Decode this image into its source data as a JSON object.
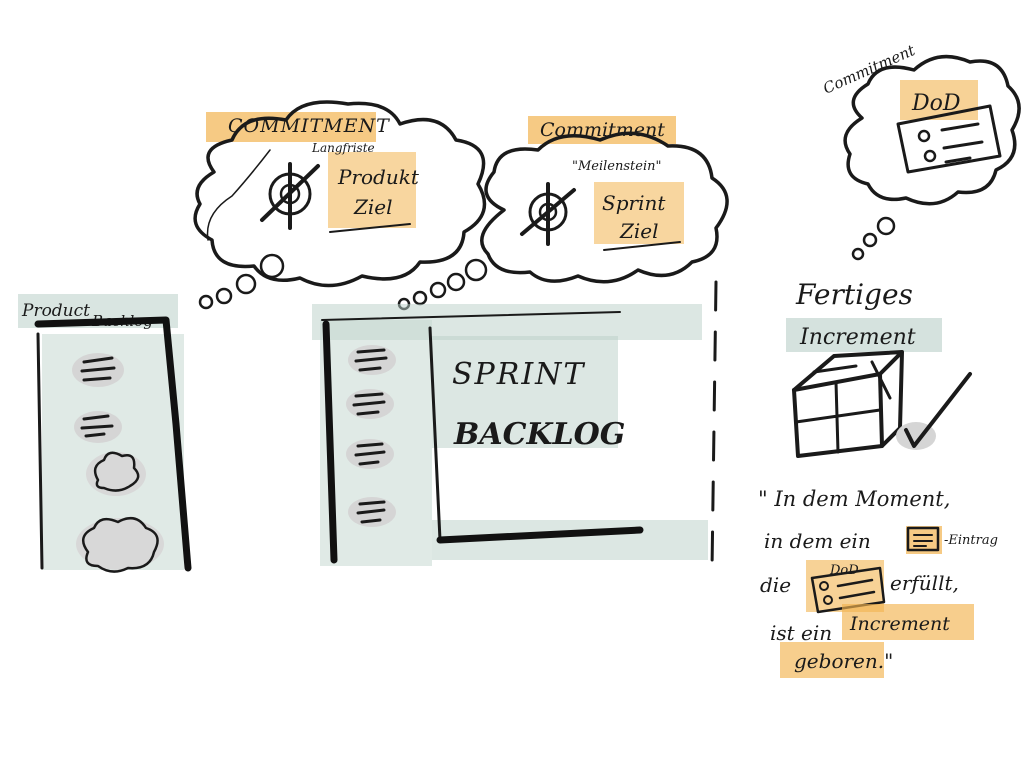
{
  "colors": {
    "ink": "#1a1a1a",
    "highlight_orange": "#f2b450",
    "wash_green": "#b9cfc8"
  },
  "artifacts": {
    "product_backlog": {
      "title_line1": "Product",
      "title_line2": "Backlog"
    },
    "sprint_backlog": {
      "line1": "SPRINT",
      "line2": "BACKLOG"
    },
    "increment": {
      "line1": "Fertiges",
      "line2": "Increment"
    }
  },
  "commitments": {
    "product_goal": {
      "tag": "COMMITMENT",
      "qualifier": "Langfriste",
      "line1": "Produkt",
      "line2": "Ziel",
      "icon": "target-icon"
    },
    "sprint_goal": {
      "tag": "Commitment",
      "qualifier": "\"Meilenstein\"",
      "line1": "Sprint",
      "line2": "Ziel",
      "icon": "target-icon"
    },
    "dod": {
      "tag": "Commitment",
      "label": "DoD",
      "icon": "checklist-icon"
    }
  },
  "quote": {
    "line1": "\" In dem Moment,",
    "line2_pre": "in dem ein",
    "line2_post": "-Eintrag",
    "line3_pre": "die",
    "line3_dod": "DoD",
    "line3_post": "erfüllt,",
    "line4_pre": "ist ein",
    "line4_highlight": "Increment",
    "line5": "geboren.\""
  }
}
